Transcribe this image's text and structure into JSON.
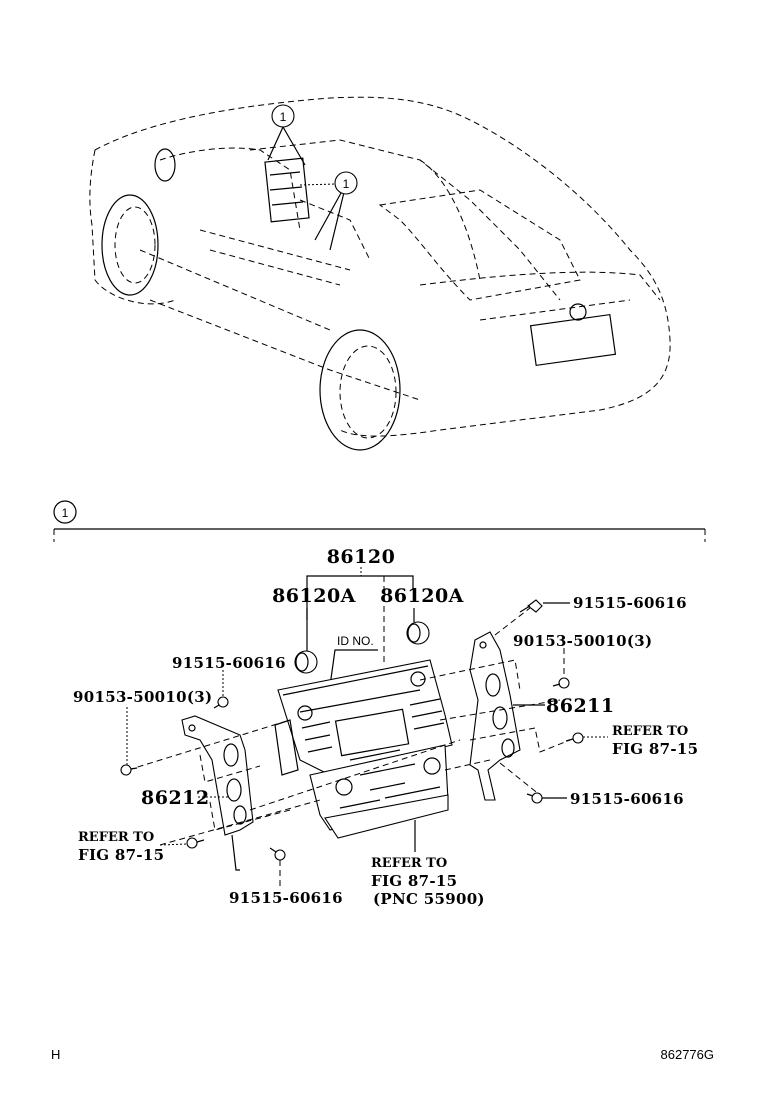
{
  "diagram": {
    "overview_callouts": [
      "1",
      "1"
    ],
    "section_marker": "1",
    "labels": {
      "assembly": "86120",
      "knob_left": "86120A",
      "knob_right": "86120A",
      "id_no": "ID NO.",
      "screw_top_right": "91515-60616",
      "bolt_right": "90153-50010(3)",
      "bracket_right": "86211",
      "refer_right_line1": "REFER TO",
      "refer_right_line2": "FIG 87-15",
      "screw_bottom_right": "91515-60616",
      "screw_top_left": "91515-60616",
      "bolt_left": "90153-50010(3)",
      "bracket_left": "86212",
      "refer_left_line1": "REFER TO",
      "refer_left_line2": "FIG 87-15",
      "screw_bottom_left": "91515-60616",
      "refer_center_line1": "REFER TO",
      "refer_center_line2": "FIG 87-15",
      "refer_center_line3": "(PNC 55900)"
    },
    "footer": {
      "left": "H",
      "right": "862776G"
    }
  }
}
